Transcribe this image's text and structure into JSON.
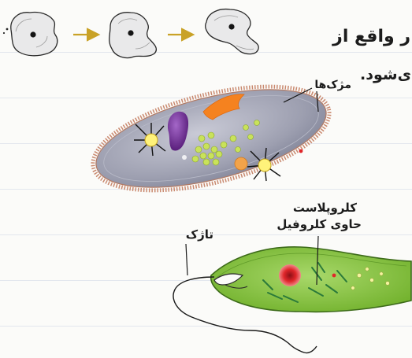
{
  "page_text": {
    "line1_fragment": "ر واقع از",
    "line2_fragment": "ی‌شود."
  },
  "labels": {
    "cilia": "مژک‌ها",
    "chloroplast_line1": "کلروپلاست",
    "chloroplast_line2": "حاوی کلروفیل",
    "flagellum": "تاژک"
  },
  "colors": {
    "paramecium_body": "#9d9fb0",
    "paramecium_edge": "#c9896f",
    "euglena_body": "#8cc63f",
    "eyespot": "#e0262a",
    "oral_groove": "#f5821f",
    "nucleus": "#6a2b8e",
    "arrow": "#c9a227"
  }
}
